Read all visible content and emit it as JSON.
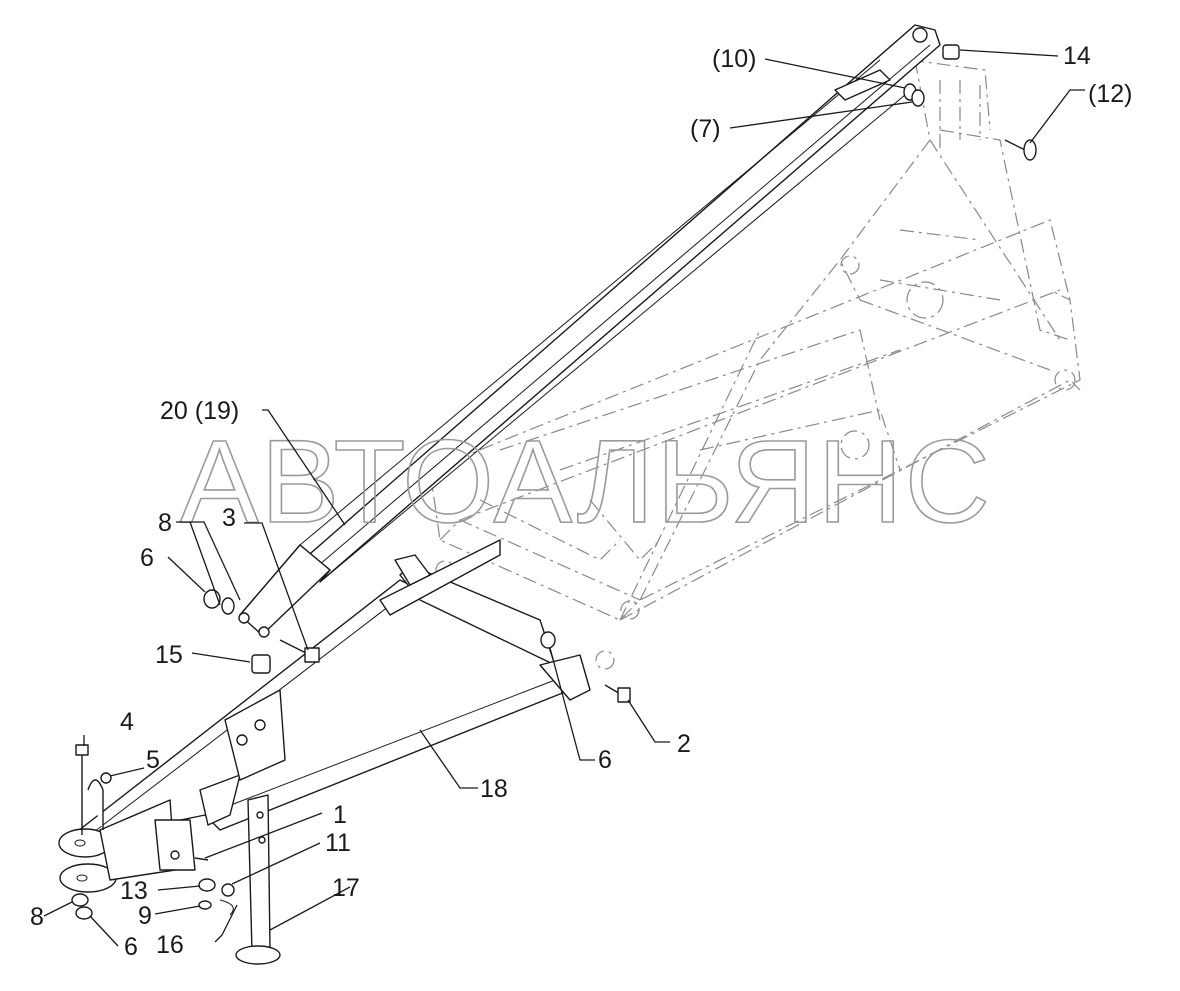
{
  "watermark": "АВТОАЛЬЯНС",
  "callouts": {
    "c10": "(10)",
    "c14": "14",
    "c12": "(12)",
    "c7": "(7)",
    "c20": "20 (19)",
    "c8a": "8",
    "c3": "3",
    "c6a": "6",
    "c15": "15",
    "c4": "4",
    "c5": "5",
    "c2": "2",
    "c6b": "6",
    "c18": "18",
    "c1": "1",
    "c11": "11",
    "c17": "17",
    "c13": "13",
    "c9": "9",
    "c8b": "8",
    "c16": "16",
    "c6c": "6"
  }
}
